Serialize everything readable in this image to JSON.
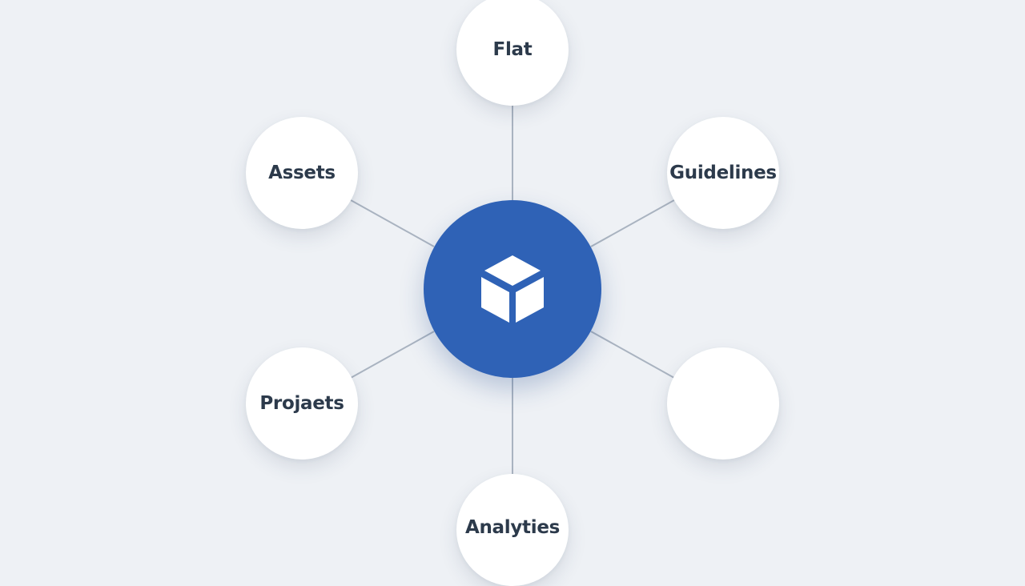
{
  "diagram": {
    "hub": {
      "icon": "cube-icon",
      "color": "#2f62b6"
    },
    "nodes": [
      {
        "id": "top",
        "label": "Flat"
      },
      {
        "id": "top-right",
        "label": "Guidelines"
      },
      {
        "id": "bottom-right",
        "label": ""
      },
      {
        "id": "bottom",
        "label": "Analyties"
      },
      {
        "id": "bottom-left",
        "label": "Projaets"
      },
      {
        "id": "top-left",
        "label": "Assets"
      }
    ],
    "colors": {
      "background": "#eef1f5",
      "node": "#ffffff",
      "connector": "#a9b3c0",
      "text": "#2c3a4b"
    }
  }
}
